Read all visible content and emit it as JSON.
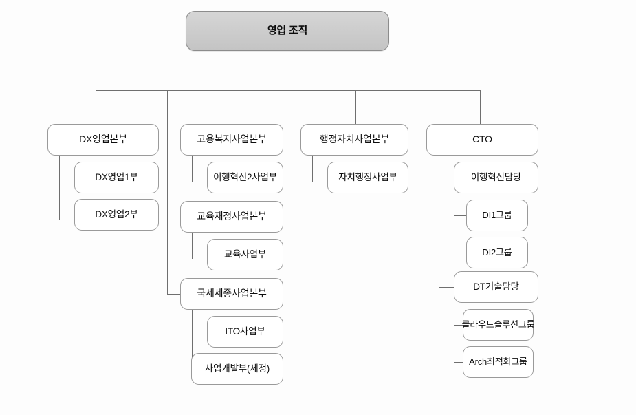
{
  "diagram": {
    "title_node": "영업 조직",
    "type": "org-chart",
    "background": "#ffffff",
    "root_fill": "#cdcdcd",
    "node_fill": "#ffffff",
    "border_color": "#9a9a9a",
    "connector_color": "#6f6f6f"
  },
  "nodes": {
    "root": "영업 조직",
    "col1": {
      "head": "DX영업본부",
      "children": [
        "DX영업1부",
        "DX영업2부"
      ]
    },
    "col2": {
      "group1_head": "고용복지사업본부",
      "group1_children": [
        "이행혁신2사업부"
      ],
      "group2_head": "교육재정사업본부",
      "group2_children": [
        "교육사업부"
      ],
      "group3_head": "국세세종사업본부",
      "group3_children": [
        "ITO사업부",
        "사업개발부(세정)"
      ]
    },
    "col3": {
      "head": "행정자치사업본부",
      "children": [
        "자치행정사업부"
      ]
    },
    "col4": {
      "head": "CTO",
      "sub1_head": "이행혁신담당",
      "sub1_children": [
        "DI1그룹",
        "DI2그룹"
      ],
      "sub2_head": "DT기술담당",
      "sub2_children": [
        "클라우드솔루션그룹",
        "Arch최적화그룹"
      ]
    }
  }
}
